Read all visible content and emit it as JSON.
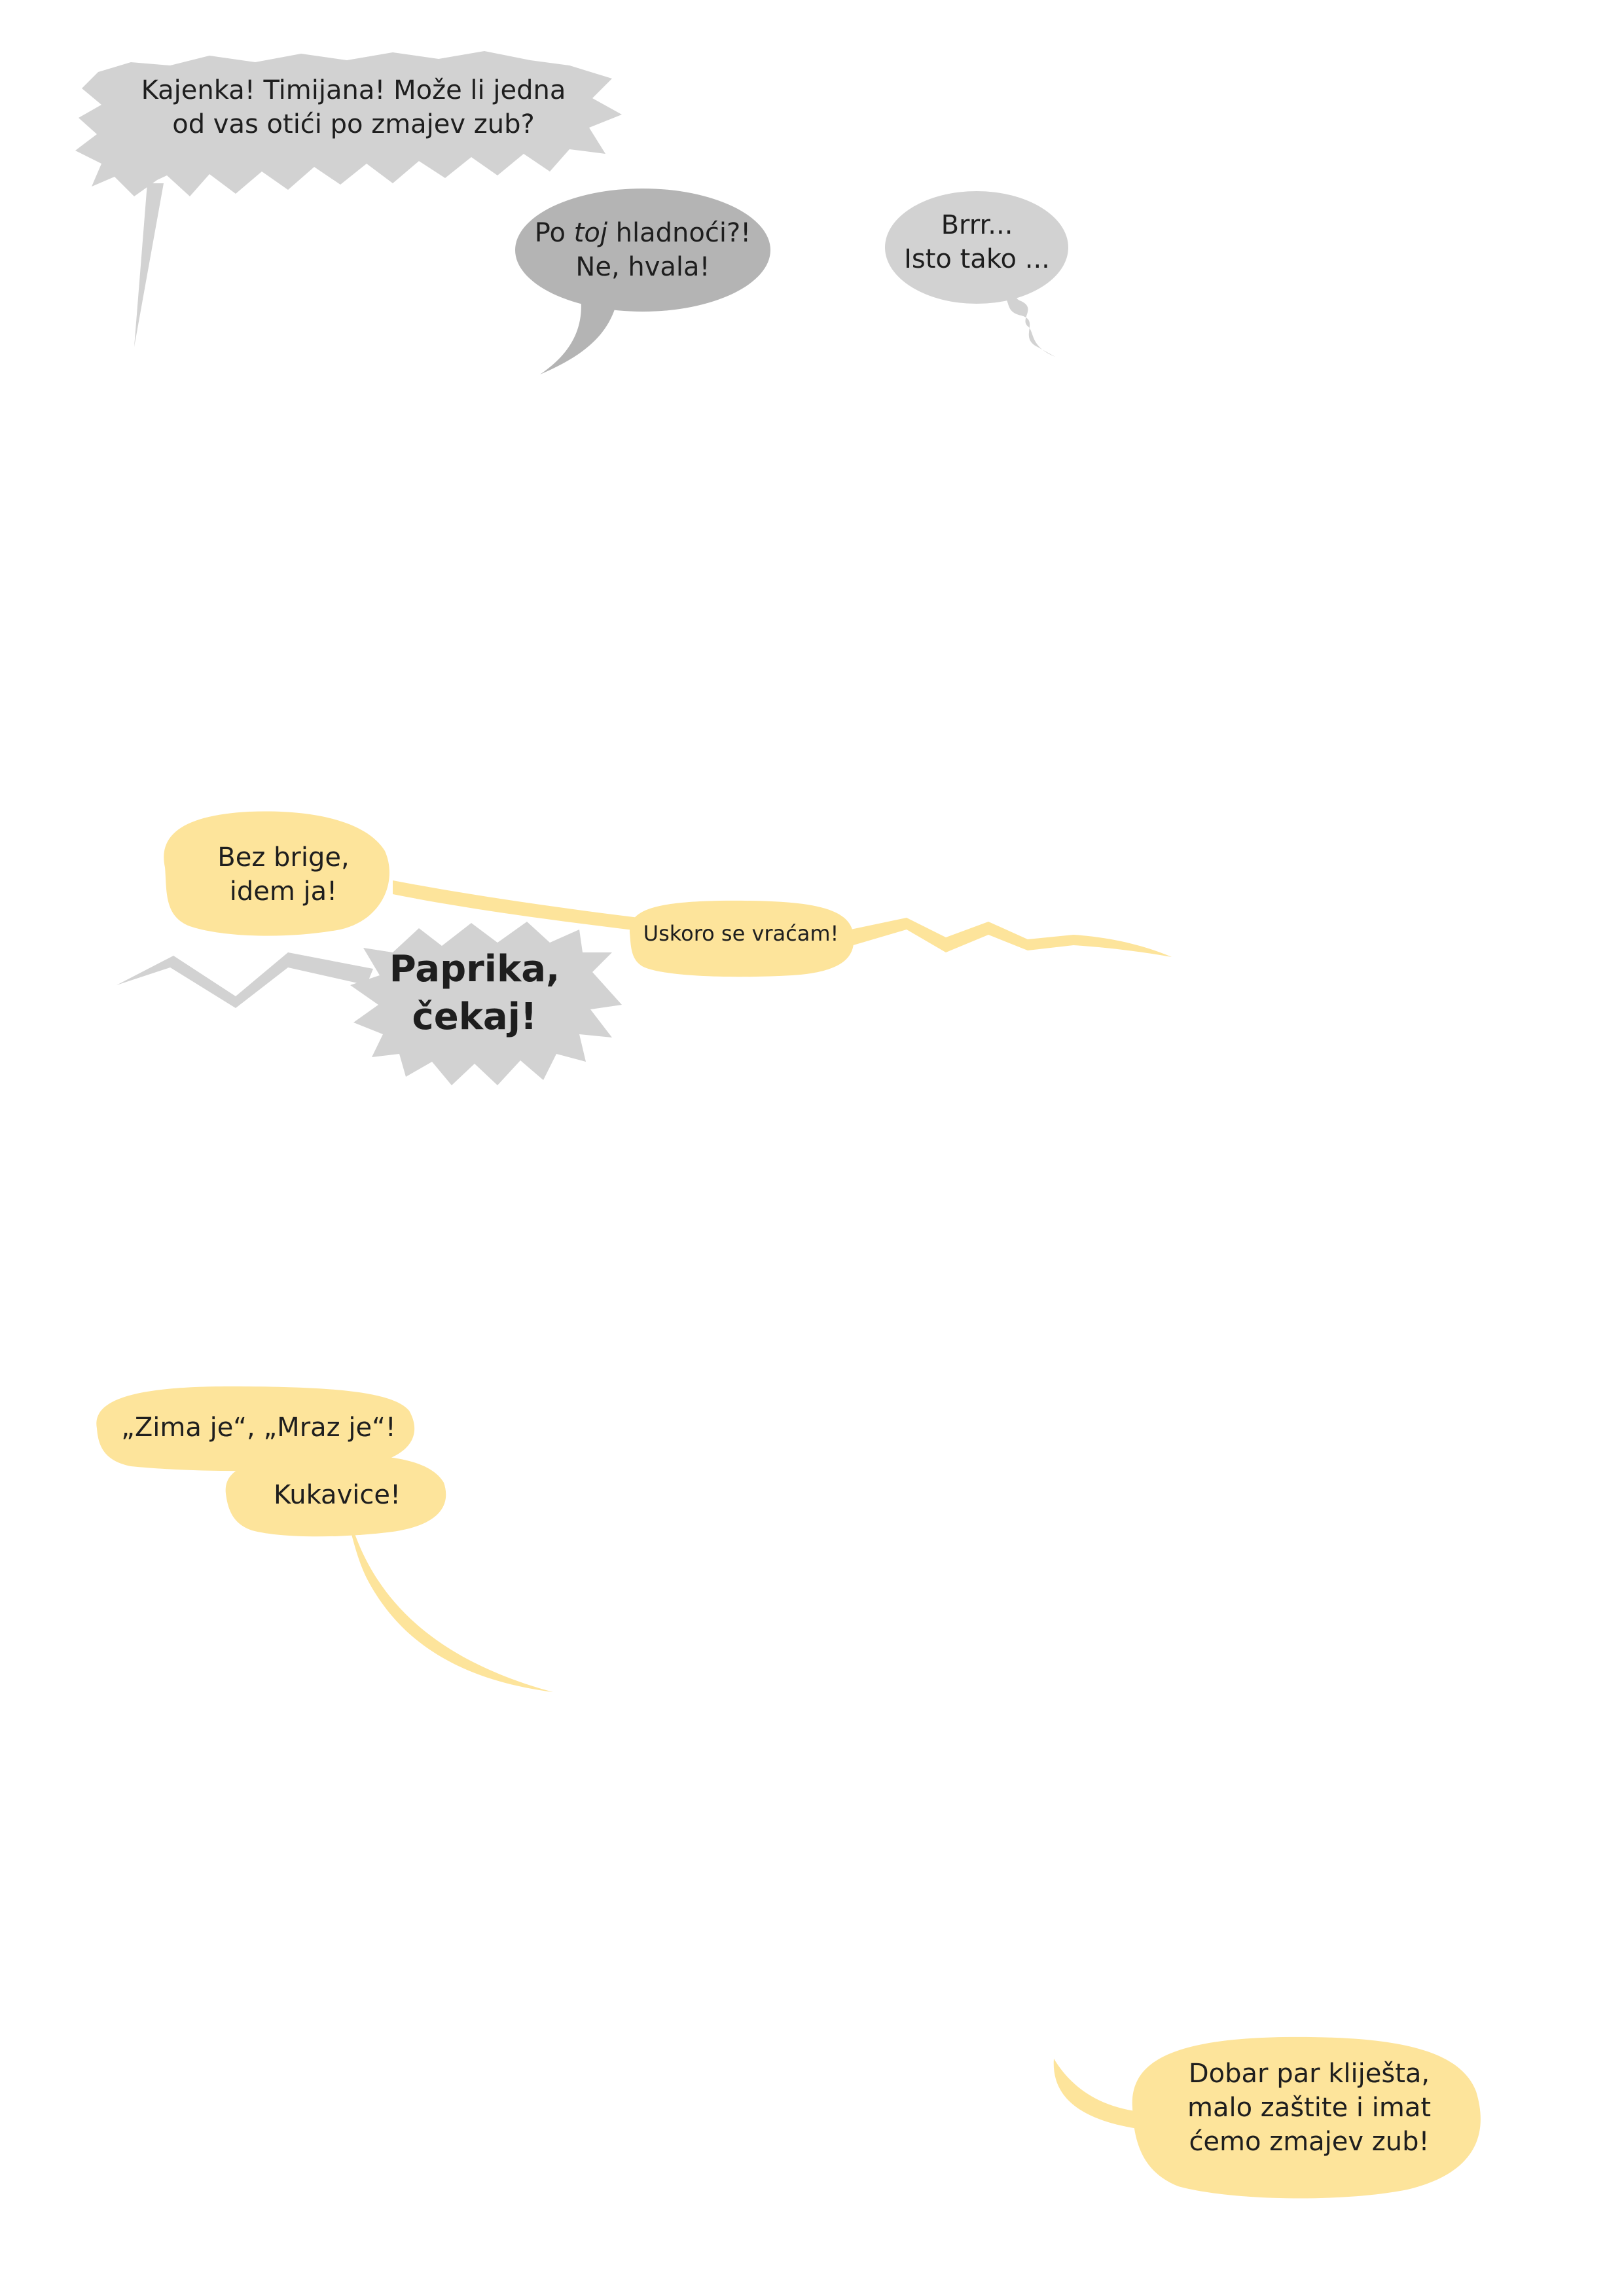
{
  "colors": {
    "gray_balloon": "#d2d2d2",
    "dark_gray_balloon": "#b4b4b4",
    "yellow_balloon": "#fde49b",
    "text": "#1e1e1e"
  },
  "balloons": {
    "kajenka": {
      "line1": "Kajenka! Timijana! Može li jedna",
      "line2": "od vas otići po zmajev zub?"
    },
    "po_toj": {
      "line1_pre": "Po ",
      "line1_em": "toj",
      "line1_post": " hladnoći?!",
      "line2": "Ne, hvala!"
    },
    "brrr": {
      "line1": "Brrr...",
      "line2": "Isto tako ..."
    },
    "bez_brige": {
      "line1": "Bez brige,",
      "line2": "idem ja!"
    },
    "uskoro": {
      "line1": "Uskoro se vraćam!"
    },
    "paprika": {
      "line1": "Paprika,",
      "line2": "čekaj!"
    },
    "zima": {
      "line1": "„Zima je“, „Mraz je“!"
    },
    "kukavice": {
      "line1": "Kukavice!"
    },
    "dobar_par": {
      "line1": "Dobar par kliješta,",
      "line2": "malo zaštite i imat",
      "line3": "ćemo zmajev zub!"
    }
  }
}
